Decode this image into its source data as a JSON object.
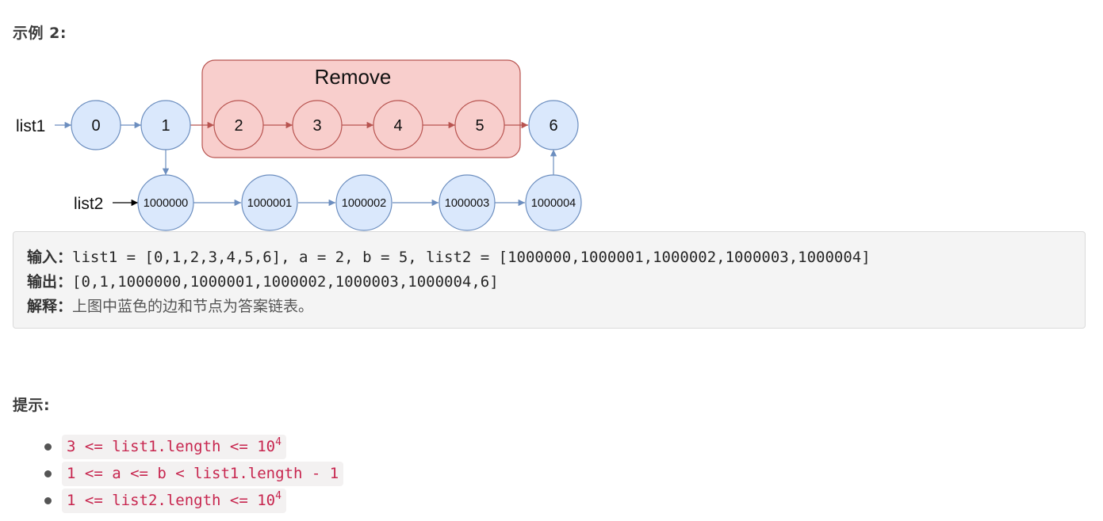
{
  "example": {
    "heading": "示例 2:"
  },
  "diagram": {
    "remove_label": "Remove",
    "list1_label": "list1",
    "list2_label": "list2",
    "list1_nodes": [
      "0",
      "1",
      "2",
      "3",
      "4",
      "5",
      "6"
    ],
    "list2_nodes": [
      "1000000",
      "1000001",
      "1000002",
      "1000003",
      "1000004"
    ],
    "colors": {
      "blue_fill": "#dae8fc",
      "blue_stroke": "#6c8ebf",
      "red_fill": "#f8cecc",
      "red_stroke": "#b85450"
    }
  },
  "io": {
    "input_label": "输入：",
    "input_value": "list1 = [0,1,2,3,4,5,6], a = 2, b = 5, list2 = [1000000,1000001,1000002,1000003,1000004]",
    "output_label": "输出：",
    "output_value": "[0,1,1000000,1000001,1000002,1000003,1000004,6]",
    "explain_label": "解释：",
    "explain_text": "上图中蓝色的边和节点为答案链表。"
  },
  "hints": {
    "heading": "提示:",
    "items": [
      {
        "text": "3 <= list1.length <= 10",
        "sup": "4"
      },
      {
        "text": "1 <= a <= b < list1.length - 1",
        "sup": ""
      },
      {
        "text": "1 <= list2.length <= 10",
        "sup": "4"
      }
    ]
  }
}
